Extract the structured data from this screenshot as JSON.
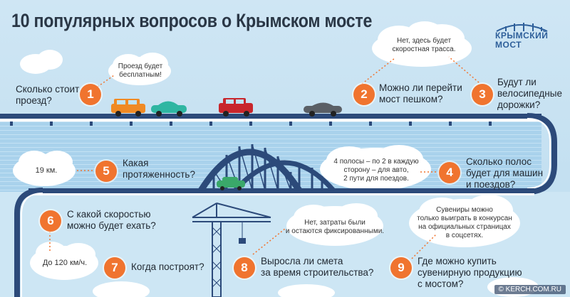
{
  "header": {
    "title": "10 популярных вопросов о Крымском мосте",
    "logo_line1": "КРЫМСКИЙ",
    "logo_line2": "МОСТ"
  },
  "items": [
    {
      "number": "1",
      "question": "Сколько стоит\nпроезд?",
      "answer": "Проезд будет\nбесплатным!"
    },
    {
      "number": "2",
      "question": "Можно ли перейти\nмост пешком?",
      "answer": "Нет, здесь будет\nскоростная трасса."
    },
    {
      "number": "3",
      "question": "Будут ли\nвелосипедные\nдорожки?",
      "answer": ""
    },
    {
      "number": "4",
      "question": "Сколько полос\nбудет для машин\nи поездов?",
      "answer": "4 полосы – по 2 в каждую\nсторону – для авто,\n2 пути для поездов."
    },
    {
      "number": "5",
      "question": "Какая\nпротяженность?",
      "answer": "19 км."
    },
    {
      "number": "6",
      "question": "С какой скоростью\nможно будет ехать?",
      "answer": "До 120 км/ч."
    },
    {
      "number": "7",
      "question": "Когда построят?",
      "answer": ""
    },
    {
      "number": "8",
      "question": "Выросла ли смета\nза время строительства?",
      "answer": "Нет, затраты были\nи остаются фиксированными."
    },
    {
      "number": "9",
      "question": "Где можно купить\nсувенирную продукцию\nс мостом?",
      "answer": "Сувениры можно\nтолько выиграть в конкурсан\nна официальных страницах\nв соцсетях."
    }
  ],
  "watermark": "© KERCH.COM.RU",
  "colors": {
    "accent": "#f0742f",
    "bridge": "#2c4a7a",
    "sky": "#cfe6f4"
  }
}
